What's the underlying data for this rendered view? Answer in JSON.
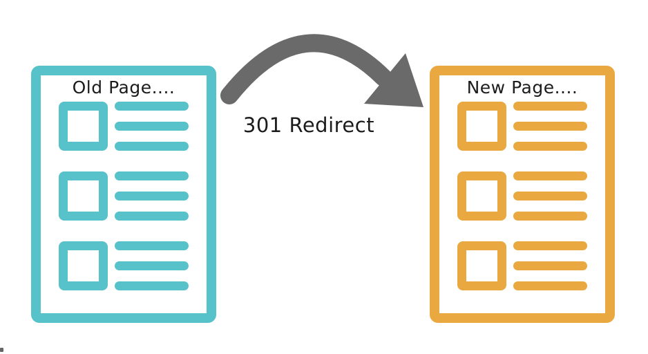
{
  "diagram": {
    "arrow": {
      "label": "301 Redirect",
      "direction": "left-to-right"
    },
    "old_page": {
      "title": "Old Page....",
      "rows": 3,
      "bars_per_row": 3
    },
    "new_page": {
      "title": "New Page....",
      "rows": 3,
      "bars_per_row": 3
    },
    "colors": {
      "old_page": "#57c2c9",
      "new_page": "#e9a940",
      "arrow": "#6a6a6a",
      "text": "#1c1c1c",
      "background": "#ffffff"
    }
  }
}
